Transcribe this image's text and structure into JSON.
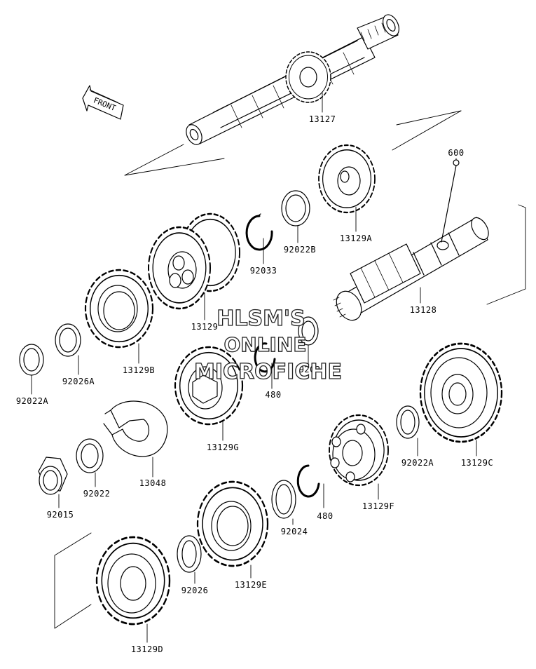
{
  "front_label": "FRONT",
  "watermark": {
    "line1": "HLSM'S",
    "line2": "ONLINE",
    "line3": "MICROFICHE"
  },
  "labels": {
    "p13127": "13127",
    "p600": "600",
    "p13129A": "13129A",
    "p92022B": "92022B",
    "p92033": "92033",
    "p13129": "13129",
    "p13128": "13128",
    "p13129B": "13129B",
    "p92026A": "92026A",
    "p92022A_l": "92022A",
    "p92024_t": "92024",
    "p480_t": "480",
    "p13129G": "13129G",
    "p13048": "13048",
    "p92022": "92022",
    "p92015": "92015",
    "p92022A_r": "92022A",
    "p13129C": "13129C",
    "p13129F": "13129F",
    "p480_b": "480",
    "p92024_b": "92024",
    "p13129E": "13129E",
    "p92026": "92026",
    "p13129D": "13129D"
  }
}
